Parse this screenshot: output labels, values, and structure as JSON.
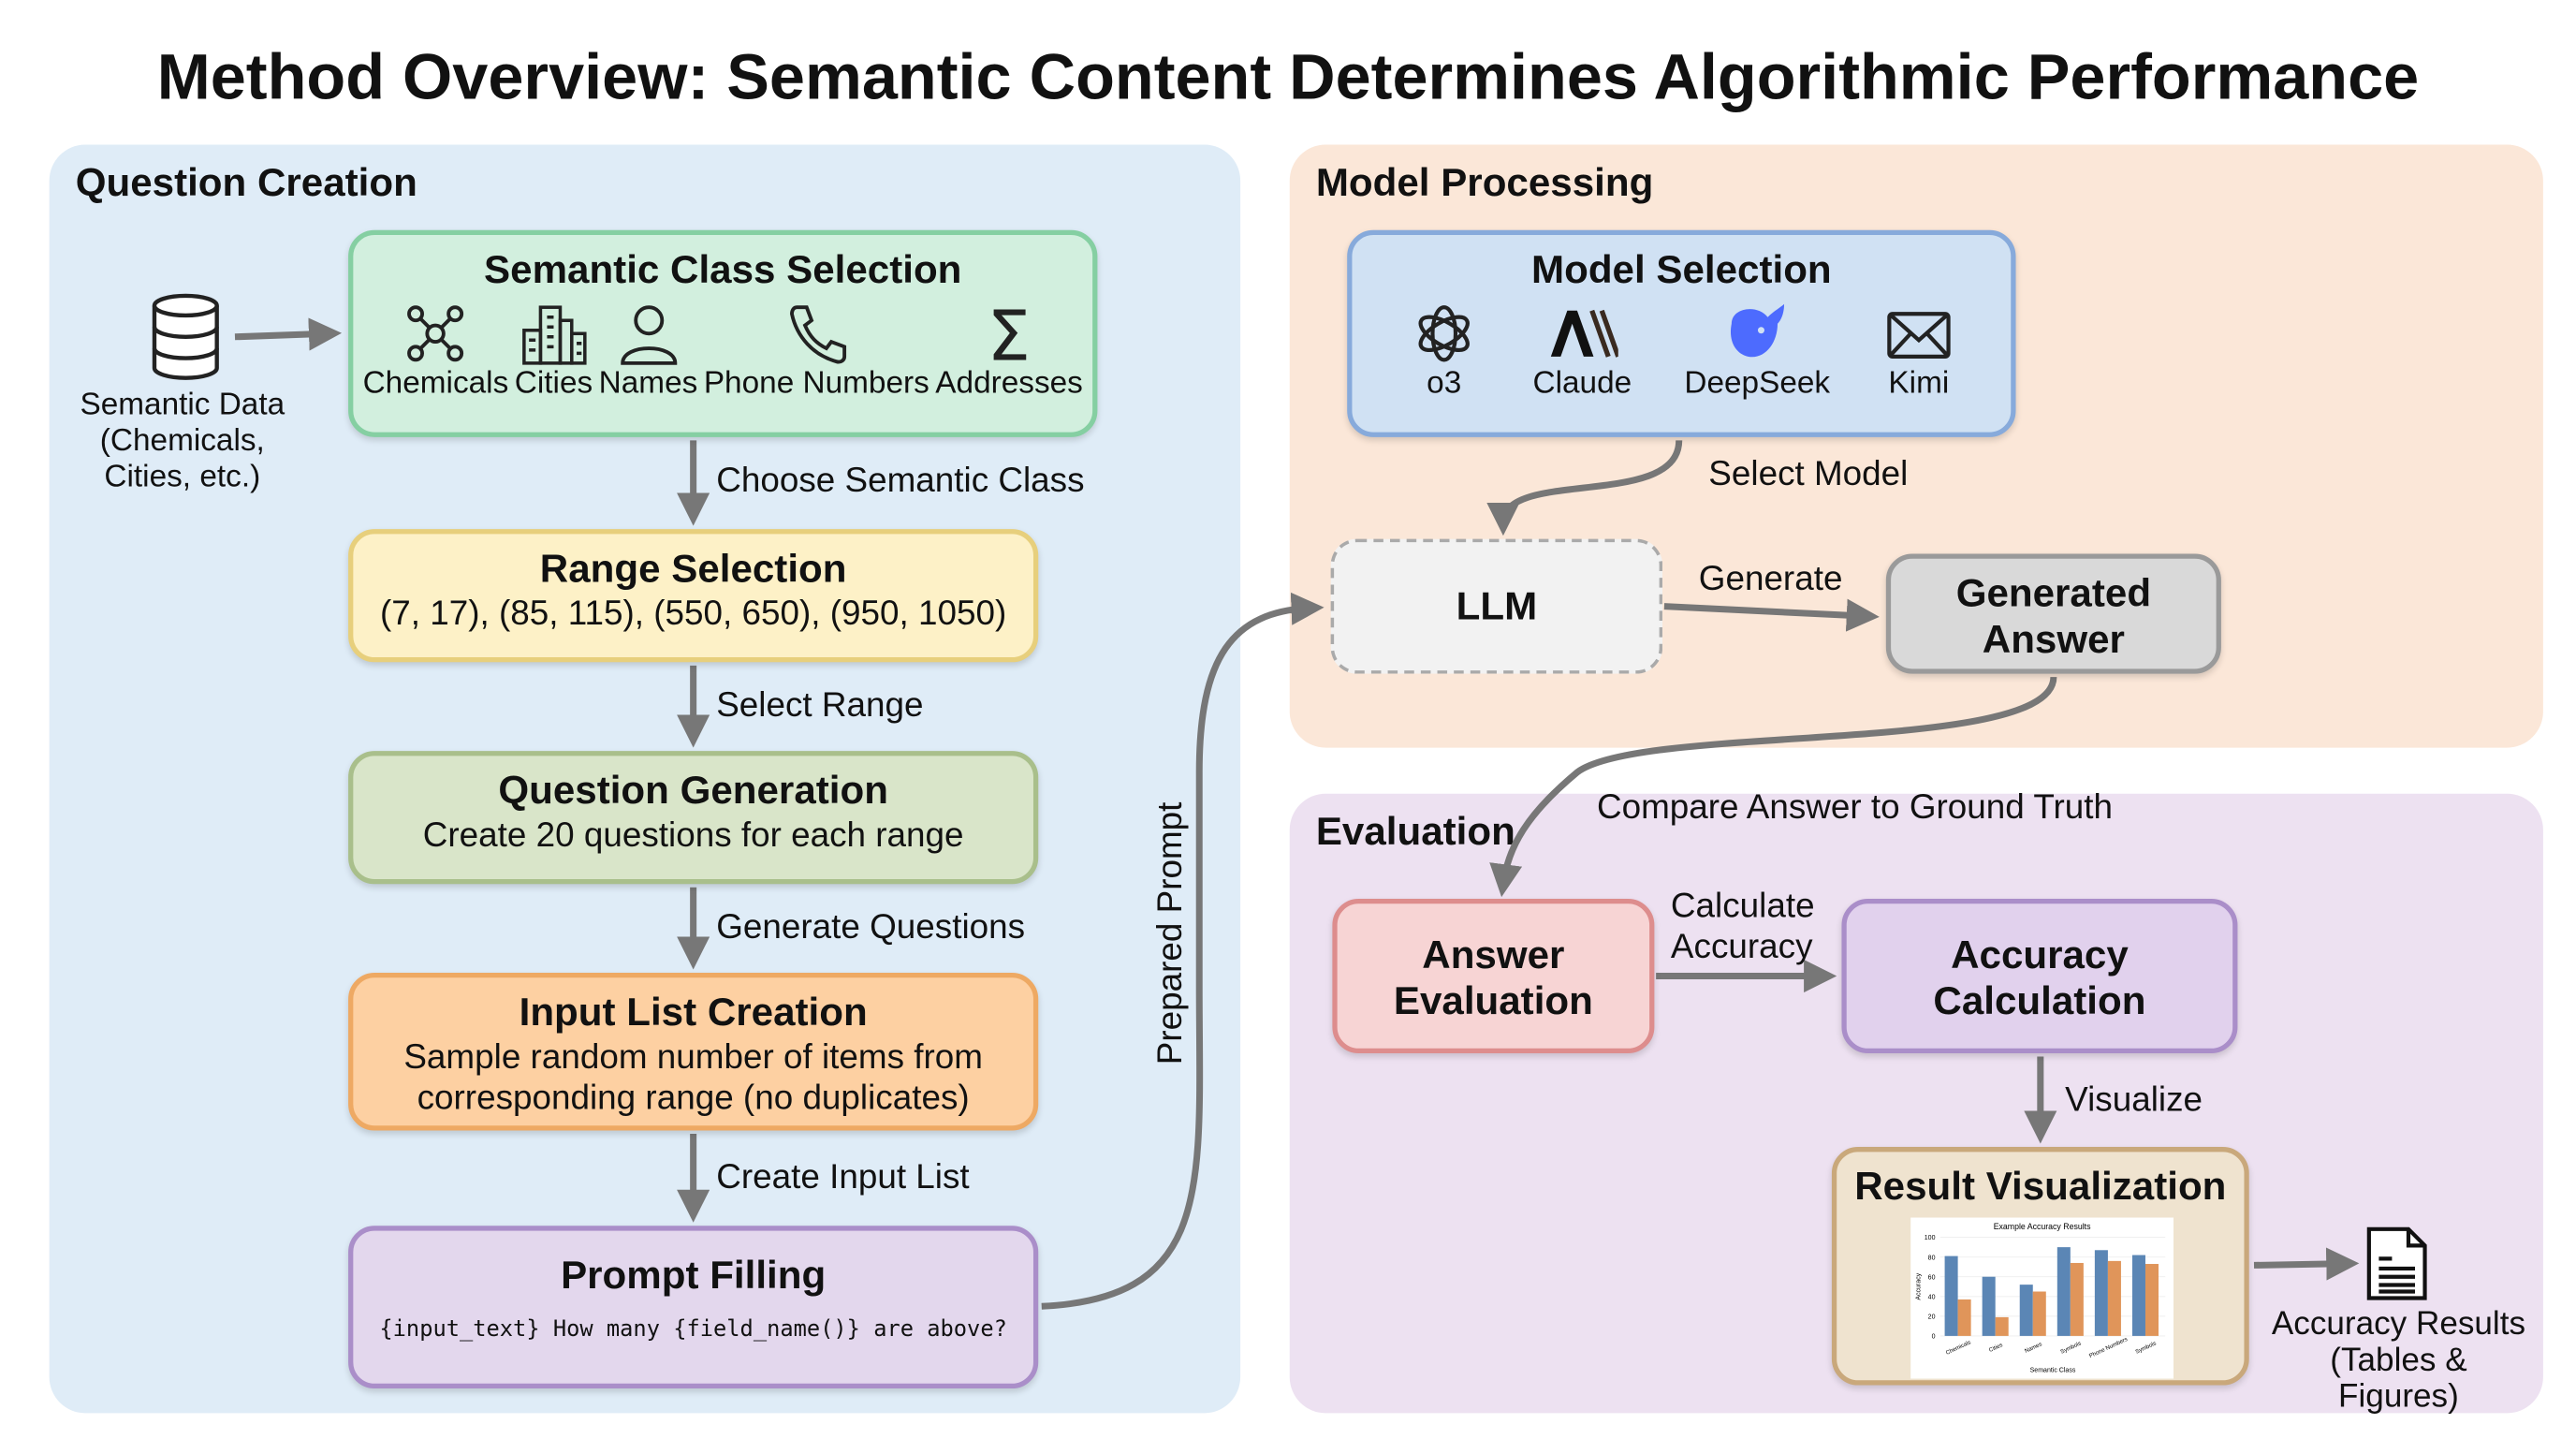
{
  "title": "Method Overview: Semantic Content Determines Algorithmic Performance",
  "question_creation": {
    "title": "Question Creation",
    "source_label": "Semantic Data (Chemicals, Cities, etc.)",
    "semantic_class": {
      "title": "Semantic Class Selection",
      "items": [
        {
          "label": "Chemicals",
          "icon": "molecule-icon"
        },
        {
          "label": "Cities",
          "icon": "city-icon"
        },
        {
          "label": "Names",
          "icon": "person-icon"
        },
        {
          "label": "Phone Numbers",
          "icon": "phone-icon"
        },
        {
          "label": "Addresses",
          "icon": "sigma-icon"
        }
      ]
    },
    "step1": "Choose Semantic Class",
    "range": {
      "title": "Range Selection",
      "text": "(7, 17), (85, 115), (550, 650), (950, 1050)"
    },
    "step2": "Select Range",
    "question_gen": {
      "title": "Question Generation",
      "text": "Create 20 questions for each range"
    },
    "step3": "Generate Questions",
    "input_list": {
      "title": "Input List Creation",
      "text": "Sample random number of items from corresponding range (no duplicates)"
    },
    "step4": "Create Input List",
    "prompt": {
      "title": "Prompt Filling",
      "text": "{input_text} How many {field_name()} are above?"
    },
    "prepared_prompt": "Prepared Prompt"
  },
  "model_processing": {
    "title": "Model Processing",
    "model_selection": {
      "title": "Model Selection",
      "models": [
        {
          "label": "o3",
          "icon": "openai-icon"
        },
        {
          "label": "Claude",
          "icon": "anthropic-icon"
        },
        {
          "label": "DeepSeek",
          "icon": "deepseek-whale-icon",
          "color": "#4d6bfe"
        },
        {
          "label": "Kimi",
          "icon": "envelope-icon"
        }
      ]
    },
    "select_model": "Select Model",
    "llm": "LLM",
    "generate": "Generate",
    "generated_answer": "Generated Answer"
  },
  "evaluation": {
    "title": "Evaluation",
    "compare": "Compare Answer to Ground Truth",
    "answer_eval": "Answer Evaluation",
    "calc_label": "Calculate Accuracy",
    "accuracy_calc": "Accuracy Calculation",
    "visualize": "Visualize",
    "result_vis": "Result Visualization",
    "output_label": "Accuracy Results (Tables & Figures)"
  },
  "chart_data": {
    "type": "bar",
    "title": "Example Accuracy Results",
    "xlabel": "Semantic Class",
    "ylabel": "Accuracy",
    "ylim": [
      0,
      100
    ],
    "yticks": [
      0,
      20,
      40,
      60,
      80,
      100
    ],
    "categories": [
      "Chemicals",
      "Cities",
      "Names",
      "Symbols",
      "Phone Numbers",
      "Symbols"
    ],
    "series": [
      {
        "values": [
          81,
          60,
          52,
          90,
          87,
          82
        ],
        "color": "#5b86b5"
      },
      {
        "values": [
          37,
          19,
          45,
          74,
          76,
          73
        ],
        "color": "#e0955a"
      }
    ],
    "grid": true
  }
}
